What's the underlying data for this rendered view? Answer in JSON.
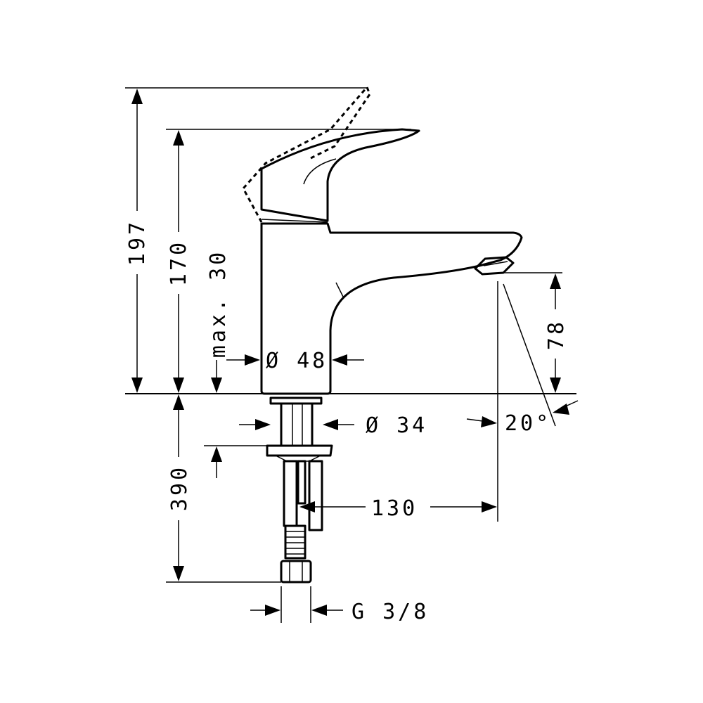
{
  "dimensions": {
    "total_height_raised": "197",
    "total_height": "170",
    "max_thickness": "max. 30",
    "spout_height": "78",
    "body_diameter": "Ø 48",
    "shank_diameter": "Ø 34",
    "swivel_angle": "20°",
    "hose_length": "390",
    "projection": "130",
    "thread": "G 3/8"
  },
  "colors": {
    "line": "#000000",
    "background": "#ffffff"
  }
}
